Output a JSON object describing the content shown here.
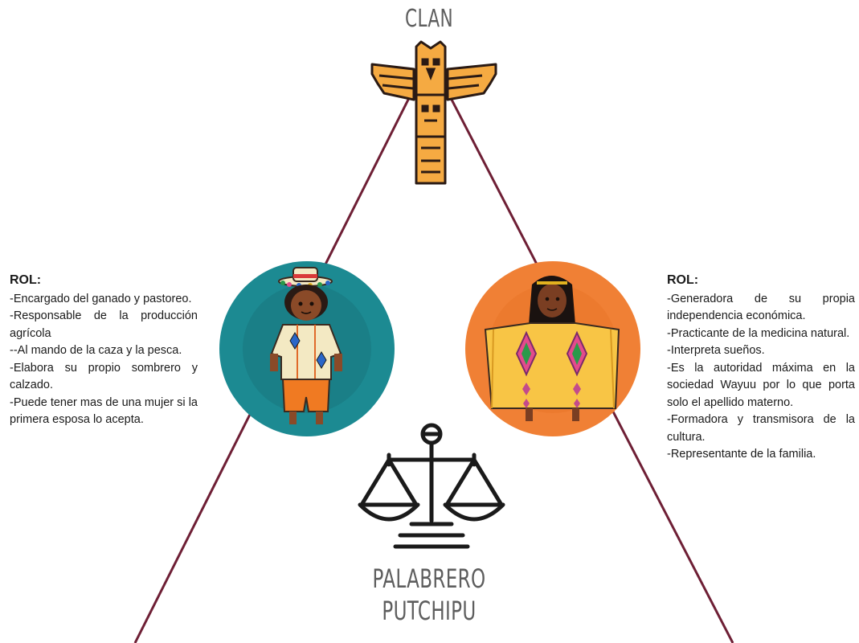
{
  "clan_title": "CLAN",
  "palabrero": {
    "line1": "PALABRERO",
    "line2": "PUTCHIPU"
  },
  "colors": {
    "triangle_line": "#6e1f35",
    "totem_fill": "#f5aa42",
    "outline": "#2a1a14",
    "man_circle": "#1c8a92",
    "woman_circle": "#f08035",
    "scale_icon": "#1a1a1a"
  },
  "icons": {
    "totem": "totem-icon",
    "man": "wayuu-man-illustration",
    "woman": "wayuu-woman-illustration",
    "scale": "balance-scale-icon"
  },
  "rol_left": {
    "heading": "ROL:",
    "lines": [
      "-Encargado del ganado y pastoreo.",
      "-Responsable de la producción agrícola",
      "--Al mando de la caza y la pesca.",
      "-Elabora su propio sombrero y calzado.",
      "-Puede tener mas de una mujer si la primera esposa lo acepta."
    ]
  },
  "rol_right": {
    "heading": "ROL:",
    "lines": [
      "-Generadora de su propia independencia económica.",
      "-Practicante de la medicina natural.",
      "-Interpreta sueños.",
      "-Es la autoridad máxima en la sociedad Wayuu por lo que porta solo el apellido materno.",
      "-Formadora y transmisora de la cultura.",
      "-Representante de la familia."
    ]
  }
}
